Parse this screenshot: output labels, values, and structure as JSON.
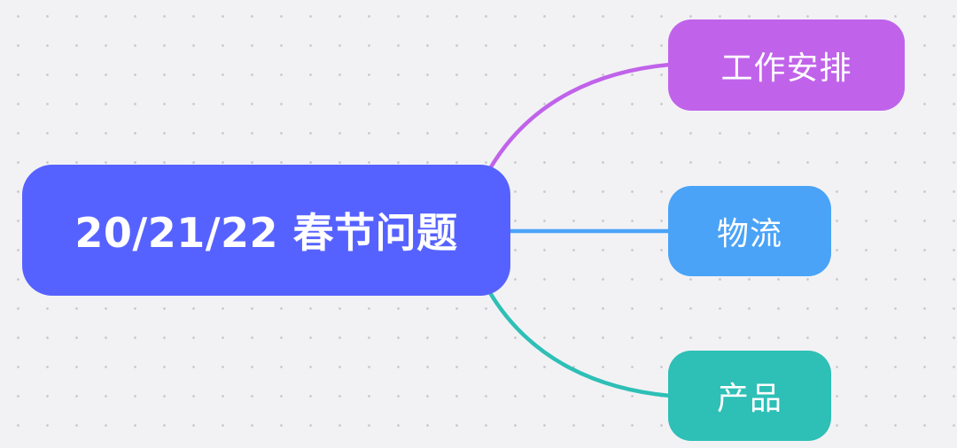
{
  "mindmap": {
    "root": {
      "label": "20/21/22 春节问题",
      "color": "#5662ff"
    },
    "branches": [
      {
        "label": "工作安排",
        "color": "#c063ea"
      },
      {
        "label": "物流",
        "color": "#4aa3f7"
      },
      {
        "label": "产品",
        "color": "#2ebfb6"
      }
    ]
  }
}
